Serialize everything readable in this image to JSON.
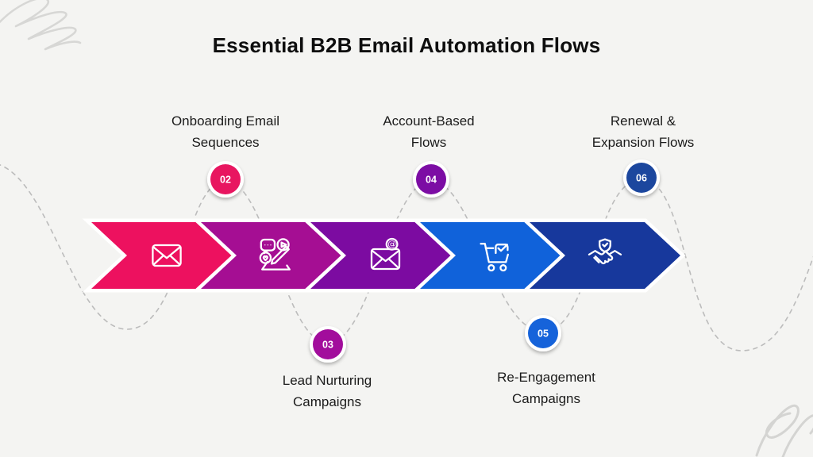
{
  "title": "Essential B2B Email Automation Flows",
  "colors": {
    "background": "#f4f4f2",
    "dashed_line": "#bcbcbc",
    "scribble": "#d7d7d5",
    "label_text": "#1b1b1b",
    "badge_ring": "#ffffff",
    "icon_stroke": "#ffffff"
  },
  "steps": [
    {
      "num": "02",
      "label": "Onboarding Email\nSequences",
      "badge_color": "#e81261",
      "position": "top"
    },
    {
      "num": "03",
      "label": "Lead Nurturing\nCampaigns",
      "badge_color": "#a2119c",
      "position": "bottom"
    },
    {
      "num": "04",
      "label": "Account-Based\nFlows",
      "badge_color": "#7c0fa4",
      "position": "top"
    },
    {
      "num": "05",
      "label": "Re-Engagement\nCampaigns",
      "badge_color": "#1464da",
      "position": "bottom"
    },
    {
      "num": "06",
      "label": "Renewal &\nExpansion Flows",
      "badge_color": "#1c469e",
      "position": "top"
    }
  ],
  "arrows": [
    {
      "color": "#ed115f",
      "icon": "email-envelope"
    },
    {
      "color": "#a50e93",
      "icon": "content-engagement"
    },
    {
      "color": "#7c0ba1",
      "icon": "email-at"
    },
    {
      "color": "#1062da",
      "icon": "cart-check"
    },
    {
      "color": "#17389c",
      "icon": "handshake-shield"
    }
  ]
}
